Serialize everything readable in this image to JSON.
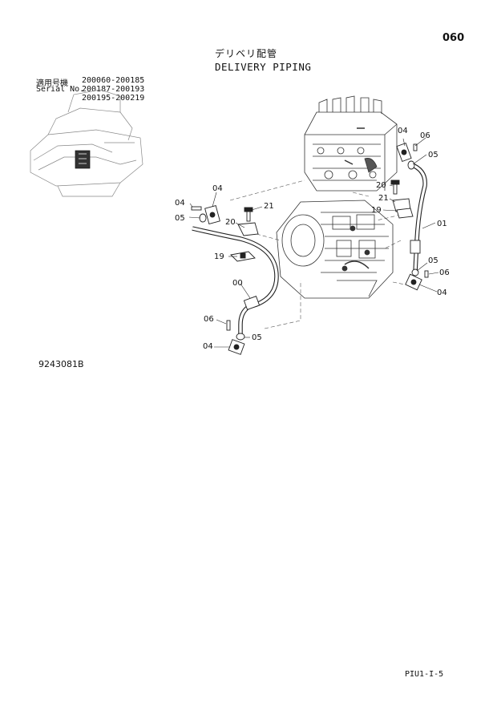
{
  "header": {
    "page_number": "060",
    "title_jp": "デリベリ配管",
    "title_en": "DELIVERY PIPING"
  },
  "serial": {
    "label_jp": "適用号機",
    "label_en": "Serial No.",
    "ranges": [
      "200060-200185",
      "200187-200193",
      "200195-200219"
    ]
  },
  "figure": {
    "number": "9243081B",
    "callouts": [
      "00",
      "01",
      "04",
      "05",
      "06",
      "19",
      "20",
      "21"
    ]
  },
  "footer": {
    "page_code": "PIU1-I-5"
  }
}
